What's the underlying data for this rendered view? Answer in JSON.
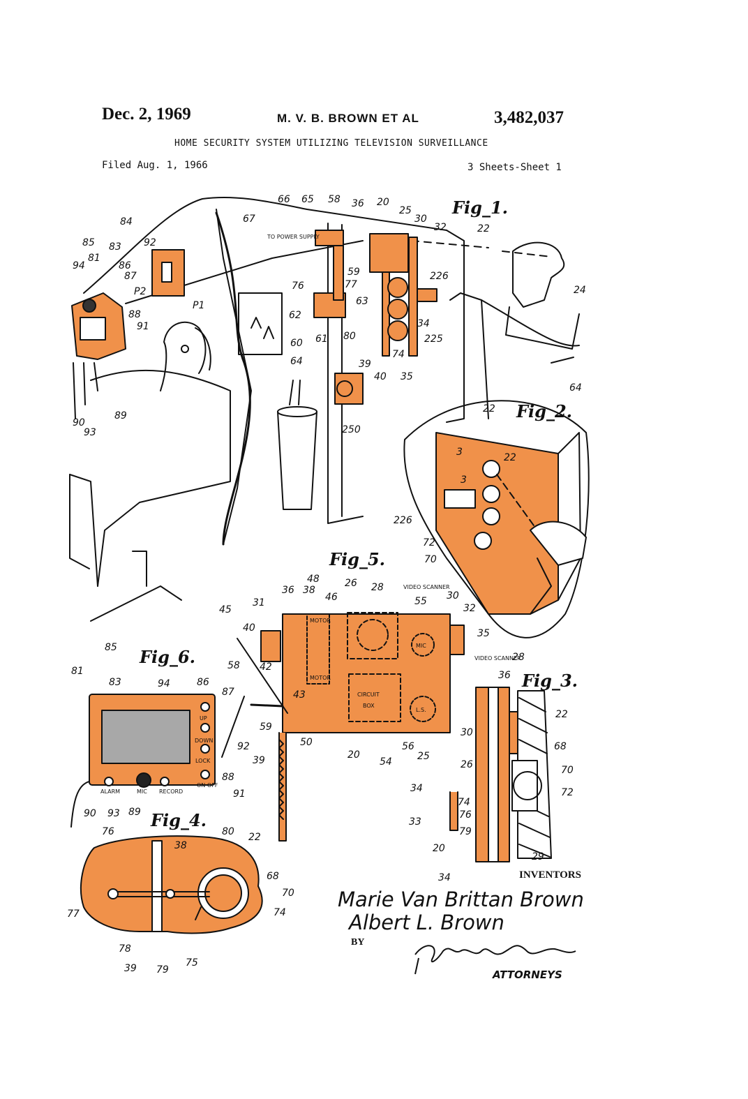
{
  "header": {
    "date": "Dec. 2, 1969",
    "inventor": "M. V. B. BROWN ET AL",
    "patent_number": "3,482,037",
    "title": "HOME SECURITY SYSTEM UTILIZING TELEVISION SURVEILLANCE",
    "filed": "Filed Aug. 1, 1966",
    "sheet": "3 Sheets-Sheet 1"
  },
  "figures": {
    "fig1": "Fig_1.",
    "fig2": "Fig_2.",
    "fig3": "Fig_3.",
    "fig4": "Fig_4.",
    "fig5": "Fig_5.",
    "fig6": "Fig_6."
  },
  "fig1_notes": {
    "power": "TO POWER SUPPLY"
  },
  "fig5_notes": {
    "video_scanner": "VIDEO SCANNER",
    "circuit": "CIRCUIT",
    "box": "BOX",
    "mic": "MIC",
    "ls": "L.S.",
    "motor": "MOTOR"
  },
  "fig3_notes": {
    "video_scanner": "VIDEO SCANNER"
  },
  "fig6_buttons": {
    "up": "UP",
    "down": "DOWN",
    "lock": "LOCK",
    "alarm": "ALARM",
    "mic": "MIC",
    "record": "RECORD",
    "on_off": "ON OFF"
  },
  "signatures": {
    "inventors_label": "INVENTORS",
    "inventor1": "Marie Van Brittan Brown",
    "inventor2": "Albert L. Brown",
    "by": "BY",
    "attorneys": "ATTORNEYS"
  },
  "colors": {
    "accent": "#f0914a",
    "ink": "#111111",
    "screen": "#a8a8a8",
    "paper": "#ffffff"
  }
}
